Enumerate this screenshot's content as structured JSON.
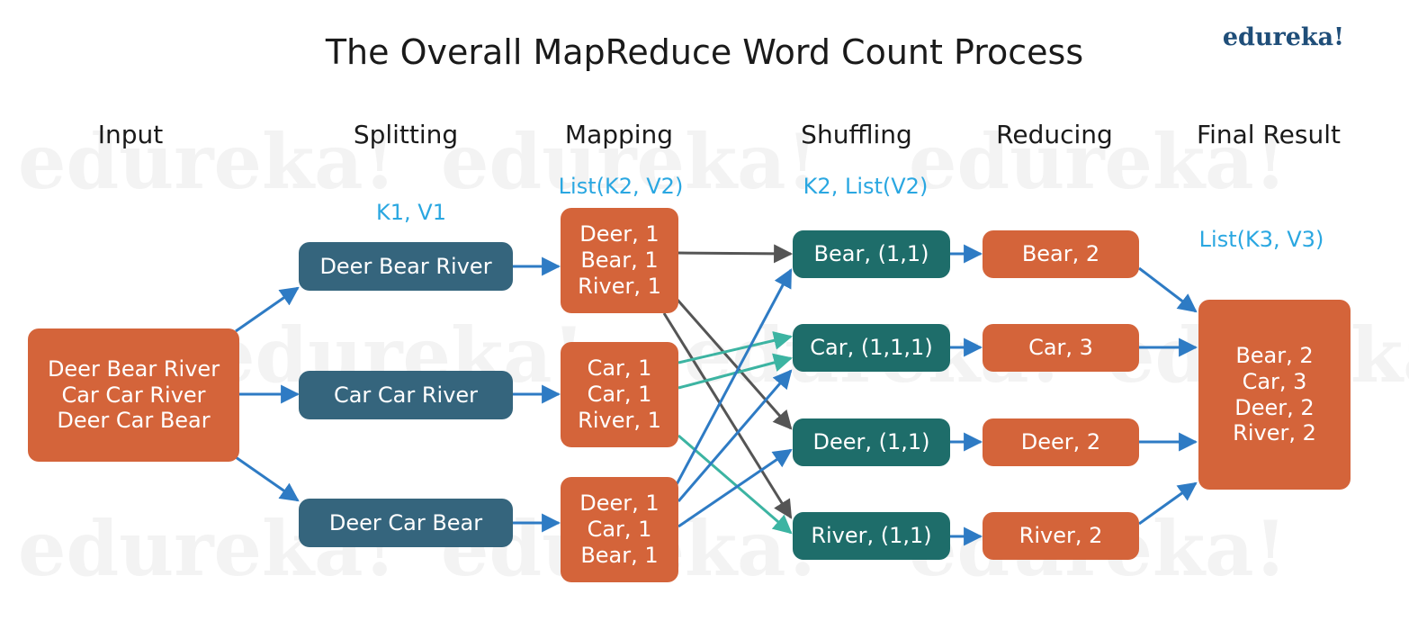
{
  "title": "The Overall MapReduce Word Count Process",
  "logo": "edureka!",
  "watermark": "edureka!",
  "stages": {
    "input": "Input",
    "splitting": "Splitting",
    "mapping": "Mapping",
    "shuffling": "Shuffling",
    "reducing": "Reducing",
    "final": "Final Result"
  },
  "kv_labels": {
    "splitting": "K1, V1",
    "mapping": "List(K2, V2)",
    "shuffling": "K2, List(V2)",
    "final": "List(K3, V3)"
  },
  "input_lines": [
    "Deer Bear River",
    "Car Car River",
    "Deer Car Bear"
  ],
  "splits": [
    "Deer Bear River",
    "Car Car River",
    "Deer Car Bear"
  ],
  "maps": [
    [
      "Deer, 1",
      "Bear, 1",
      "River, 1"
    ],
    [
      "Car, 1",
      "Car, 1",
      "River, 1"
    ],
    [
      "Deer, 1",
      "Car, 1",
      "Bear, 1"
    ]
  ],
  "shuffles": [
    "Bear, (1,1)",
    "Car, (1,1,1)",
    "Deer, (1,1)",
    "River, (1,1)"
  ],
  "reduces": [
    "Bear, 2",
    "Car, 3",
    "Deer, 2",
    "River, 2"
  ],
  "final_lines": [
    "Bear, 2",
    "Car, 3",
    "Deer, 2",
    "River, 2"
  ],
  "colors": {
    "orange": "#d4643a",
    "blue_box": "#35657d",
    "teal_box": "#1e6d6a",
    "arrow_blue": "#2e7bc4",
    "arrow_gray": "#555555",
    "arrow_teal": "#3cb4a2",
    "kv_label": "#2aa7e1"
  }
}
